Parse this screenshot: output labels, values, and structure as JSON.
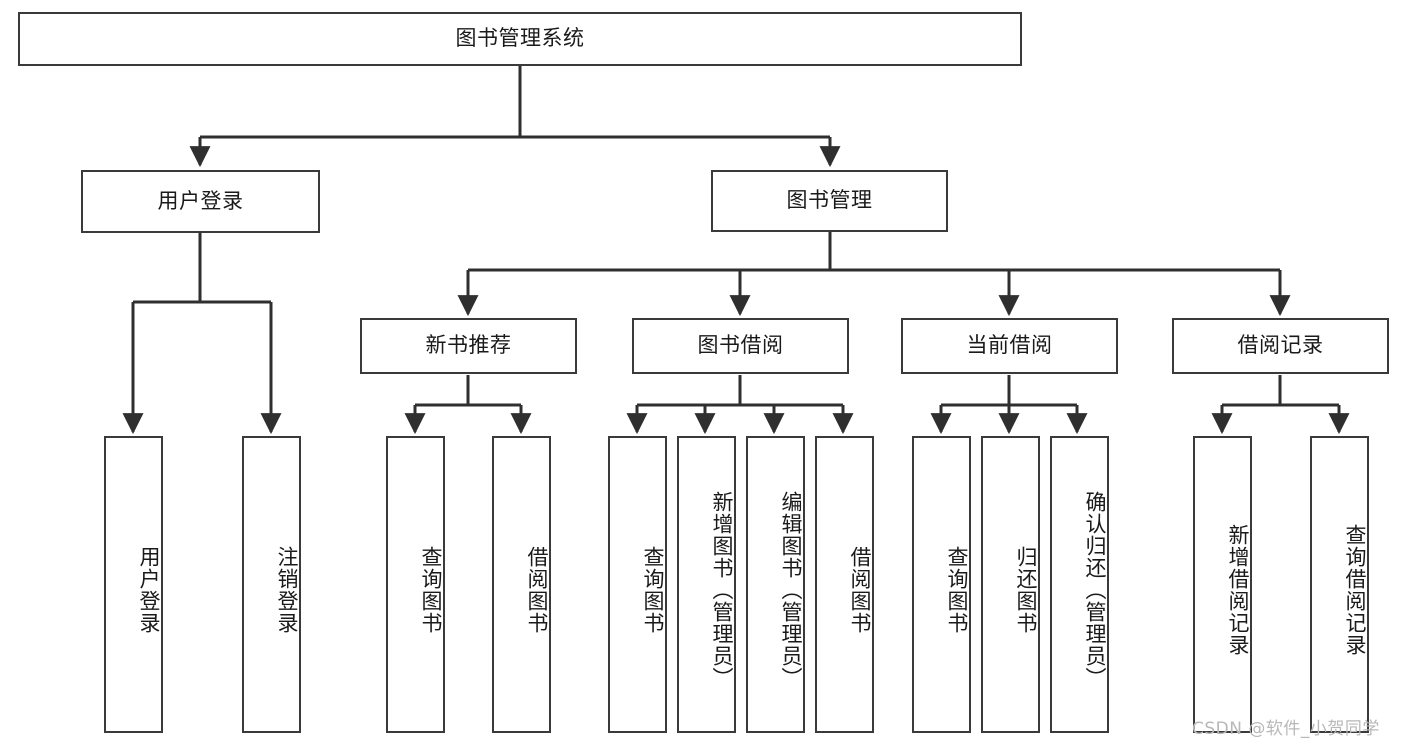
{
  "diagram": {
    "title": "图书管理系统",
    "type": "functional-structure-tree",
    "root": {
      "id": "root",
      "label": "图书管理系统"
    },
    "level2": [
      {
        "id": "user-login",
        "label": "用户登录"
      },
      {
        "id": "book-manage",
        "label": "图书管理"
      }
    ],
    "level3": [
      {
        "id": "new-book-rec",
        "label": "新书推荐",
        "parent": "book-manage"
      },
      {
        "id": "book-borrow",
        "label": "图书借阅",
        "parent": "book-manage"
      },
      {
        "id": "current-borrow",
        "label": "当前借阅",
        "parent": "book-manage"
      },
      {
        "id": "borrow-record",
        "label": "借阅记录",
        "parent": "book-manage"
      }
    ],
    "leaves": {
      "user-login": [
        {
          "id": "leaf-user-login",
          "label": "用户登录"
        },
        {
          "id": "leaf-logout",
          "label": "注销登录"
        }
      ],
      "new-book-rec": [
        {
          "id": "leaf-query-book-1",
          "label": "查询图书"
        },
        {
          "id": "leaf-borrow-book-1",
          "label": "借阅图书"
        }
      ],
      "book-borrow": [
        {
          "id": "leaf-query-book-2",
          "label": "查询图书"
        },
        {
          "id": "leaf-add-book",
          "label": "新增图书（管理员）"
        },
        {
          "id": "leaf-edit-book",
          "label": "编辑图书（管理员）"
        },
        {
          "id": "leaf-borrow-book-2",
          "label": "借阅图书"
        }
      ],
      "current-borrow": [
        {
          "id": "leaf-query-book-3",
          "label": "查询图书"
        },
        {
          "id": "leaf-return-book",
          "label": "归还图书"
        },
        {
          "id": "leaf-confirm-return",
          "label": "确认归还（管理员）"
        }
      ],
      "borrow-record": [
        {
          "id": "leaf-add-record",
          "label": "新增借阅记录"
        },
        {
          "id": "leaf-query-record",
          "label": "查询借阅记录"
        }
      ]
    },
    "colors": {
      "border": "#3a3a3a",
      "line": "#2f2f2f",
      "background": "#ffffff",
      "text": "#1a1a1a",
      "watermark": "#b8b8b8"
    }
  },
  "watermark": {
    "text": "CSDN @软件_小贺同学"
  }
}
